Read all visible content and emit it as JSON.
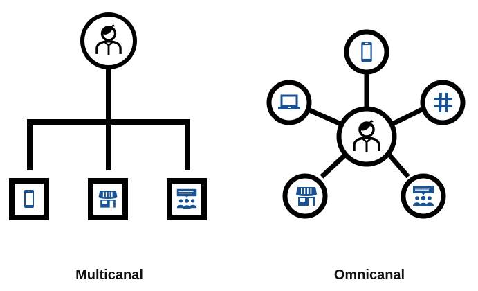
{
  "colors": {
    "line": "#000000",
    "icon": "#1a5393",
    "background": "#ffffff"
  },
  "multicanal": {
    "label": "Multicanal",
    "center": {
      "icon": "person-icon"
    },
    "channels": [
      {
        "name": "mobile",
        "icon": "smartphone-icon"
      },
      {
        "name": "store",
        "icon": "store-icon"
      },
      {
        "name": "meeting",
        "icon": "audience-icon"
      }
    ]
  },
  "omnicanal": {
    "label": "Omnicanal",
    "center": {
      "icon": "person-icon"
    },
    "channels": [
      {
        "name": "mobile",
        "icon": "smartphone-icon"
      },
      {
        "name": "laptop",
        "icon": "laptop-icon"
      },
      {
        "name": "social",
        "icon": "hashtag-icon"
      },
      {
        "name": "store",
        "icon": "store-icon"
      },
      {
        "name": "meeting",
        "icon": "audience-icon"
      }
    ]
  }
}
